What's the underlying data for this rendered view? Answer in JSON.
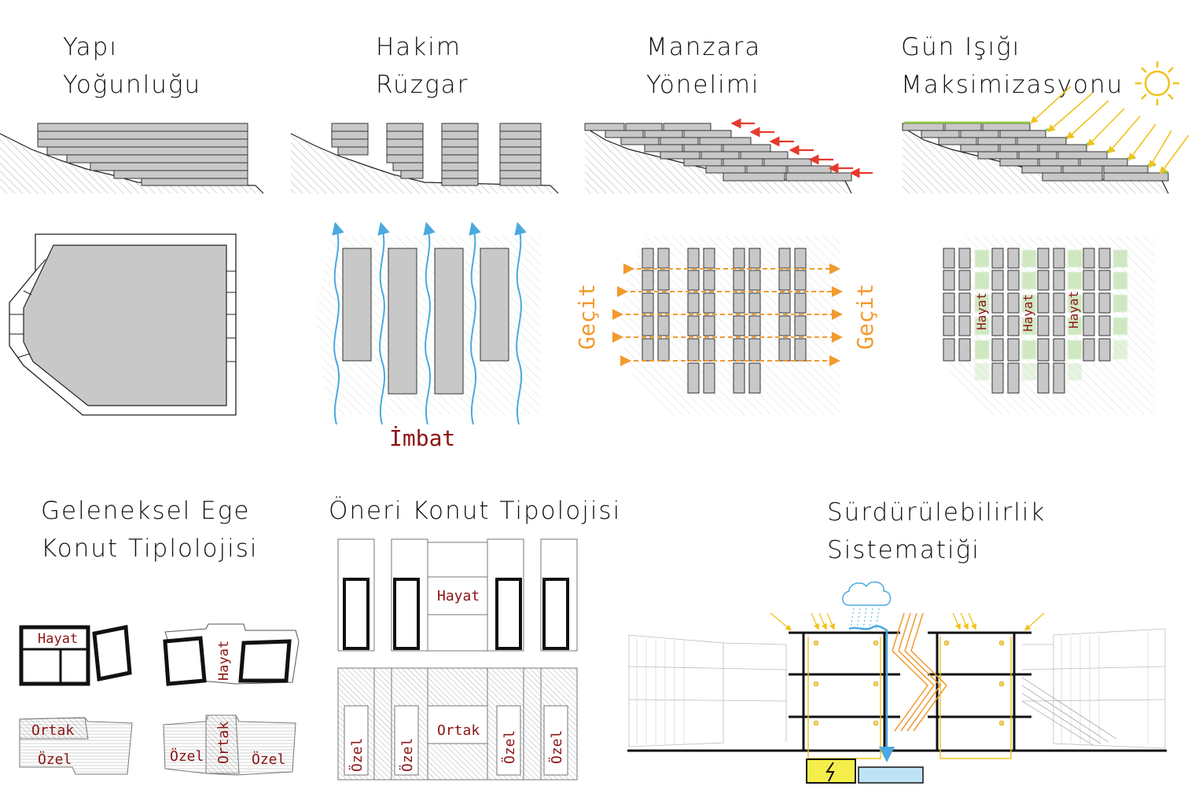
{
  "titles": {
    "density": [
      "Yapı",
      "Yoğunluğu"
    ],
    "wind": [
      "Hakim",
      "Rüzgar"
    ],
    "view": [
      "Manzara",
      "Yönelimi"
    ],
    "daylight": [
      "Gün Işığı",
      "Maksimizasyonu"
    ],
    "traditional": [
      "Geleneksel Ege",
      "Konut Tiplolojisi"
    ],
    "proposed": [
      "Öneri Konut Tipolojisi"
    ],
    "sustainability": [
      "Sürdürülebilirlik",
      "Sistematiği"
    ]
  },
  "labels": {
    "imbat": "İmbat",
    "gecit": "Geçit",
    "hayat": "Hayat",
    "ortak": "Ortak",
    "ozel": "Özel"
  },
  "colors": {
    "building_fill": "#c8c8c8",
    "wind_arrow": "#4aa9e0",
    "view_arrow": "#e63a2e",
    "sun": "#f1c21b",
    "passage_arrow": "#f29a2e",
    "label_red": "#8b1414",
    "green_space": "#cfe8c2",
    "energy_box": "#f4ee4a",
    "water": "#bfe3f5"
  },
  "icons": [
    "sun-icon",
    "cloud-rain-icon",
    "lightning-icon",
    "lightbulb-icon"
  ]
}
